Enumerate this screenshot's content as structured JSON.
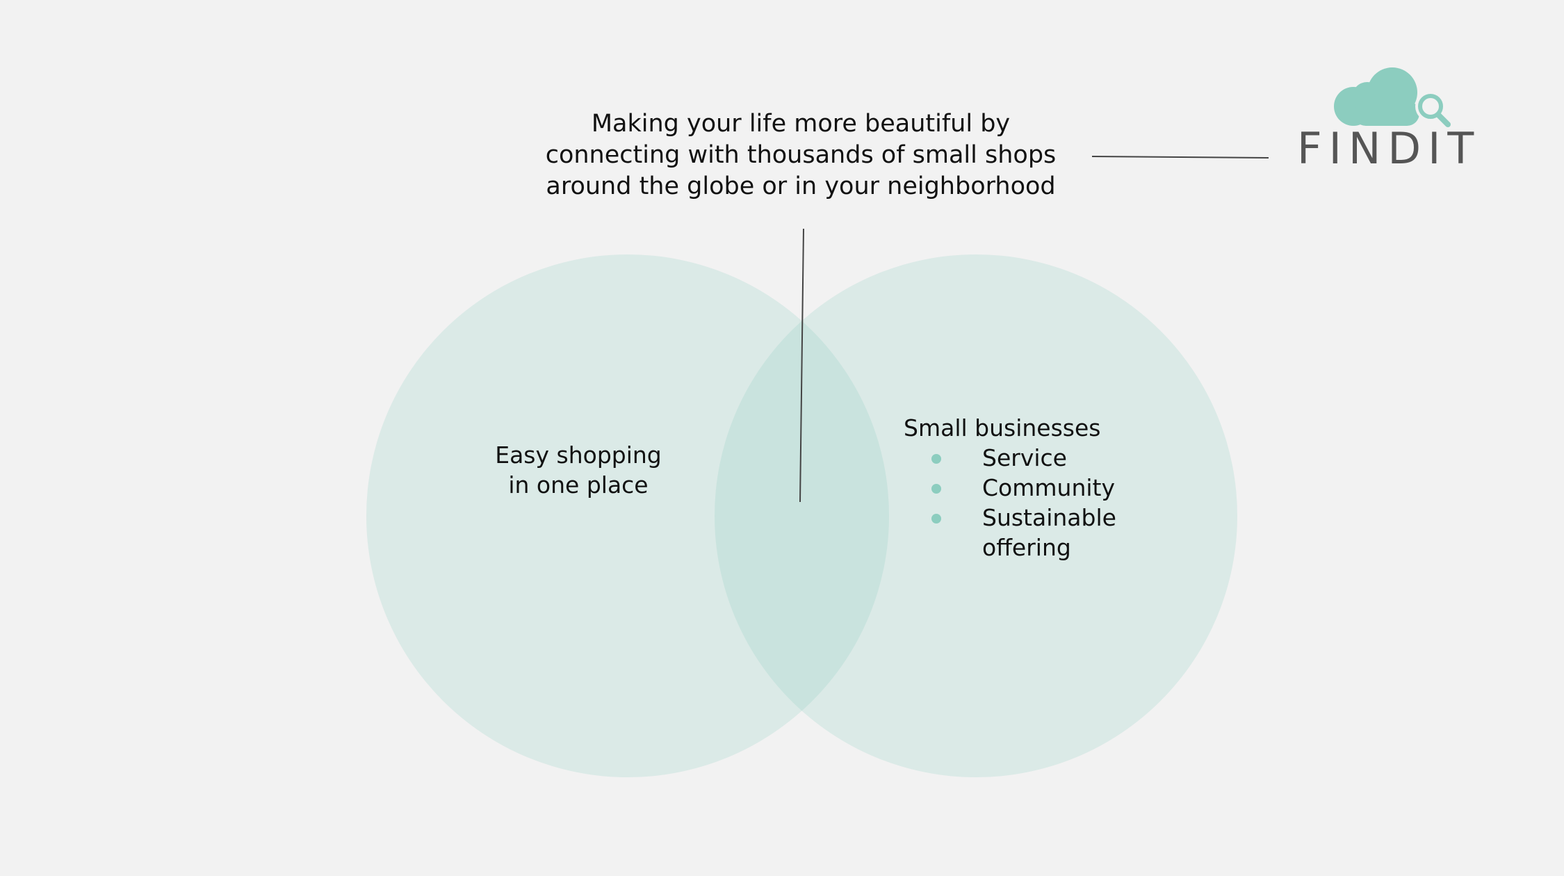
{
  "tagline": [
    "Making your life more beautiful by",
    "connecting with thousands of small shops",
    "around the globe or in your neighborhood"
  ],
  "left_circle": {
    "lines": [
      "Easy shopping",
      "in one place"
    ]
  },
  "right_circle": {
    "heading": "Small businesses",
    "items": [
      "Service",
      "Community",
      "Sustainable offering"
    ]
  },
  "logo": {
    "text": "FINDIT"
  },
  "colors": {
    "background": "#f2f2f2",
    "circle": "#8ccdbf",
    "text": "#111111",
    "logo_text": "#555555"
  }
}
